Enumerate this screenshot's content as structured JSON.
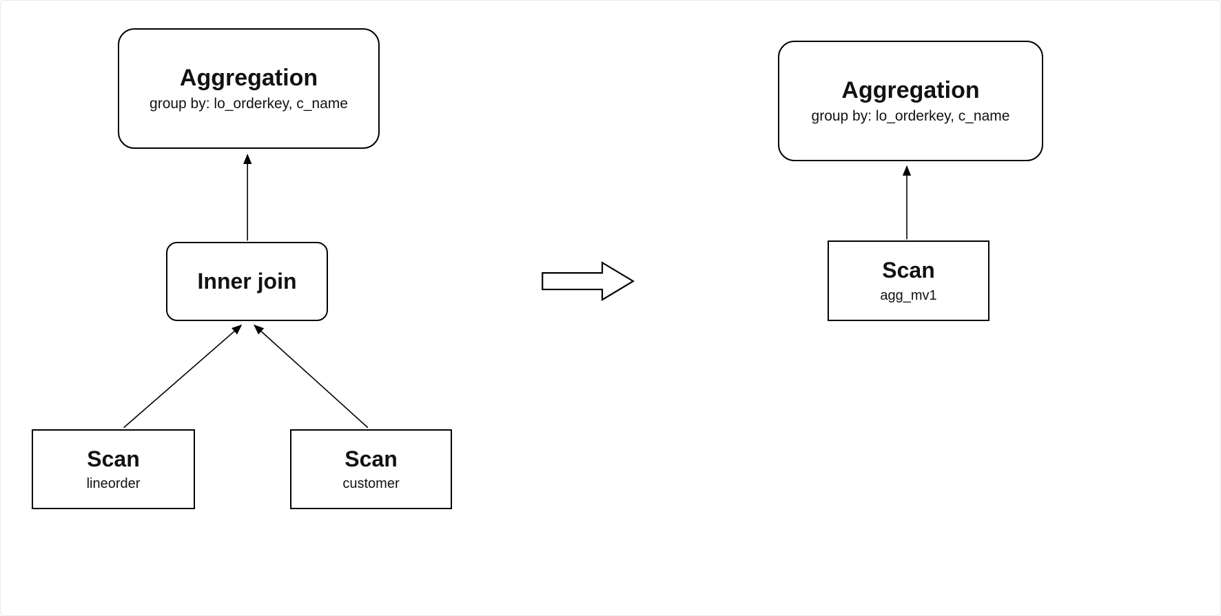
{
  "diagram": {
    "description": "query-plan-rewrite-before-after",
    "before": {
      "aggregation": {
        "title": "Aggregation",
        "subtitle": "group by: lo_orderkey, c_name"
      },
      "inner_join": {
        "title": "Inner join"
      },
      "scan_lineorder": {
        "title": "Scan",
        "subtitle": "lineorder"
      },
      "scan_customer": {
        "title": "Scan",
        "subtitle": "customer"
      }
    },
    "after": {
      "aggregation": {
        "title": "Aggregation",
        "subtitle": "group by: lo_orderkey, c_name"
      },
      "scan_mv": {
        "title": "Scan",
        "subtitle": "agg_mv1"
      }
    },
    "colors": {
      "node_stroke": "#000000",
      "node_fill": "#ffffff",
      "edge": "#000000",
      "background": "#ffffff",
      "text": "#111111"
    }
  }
}
